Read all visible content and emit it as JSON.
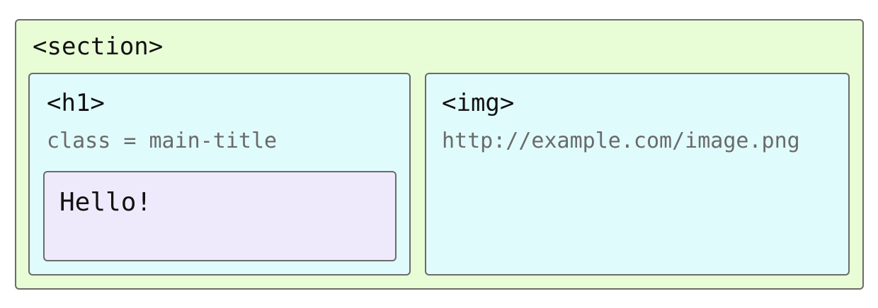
{
  "diagram": {
    "section": {
      "tag": "<section>",
      "color": "#e8fdd6"
    },
    "children": [
      {
        "tag": "<h1>",
        "attribute": "class = main-title",
        "content": "Hello!",
        "color": "#e0fbfc",
        "content_color": "#eeeafc"
      },
      {
        "tag": "<img>",
        "attribute": "http://example.com/image.png",
        "color": "#e0fbfc"
      }
    ]
  }
}
